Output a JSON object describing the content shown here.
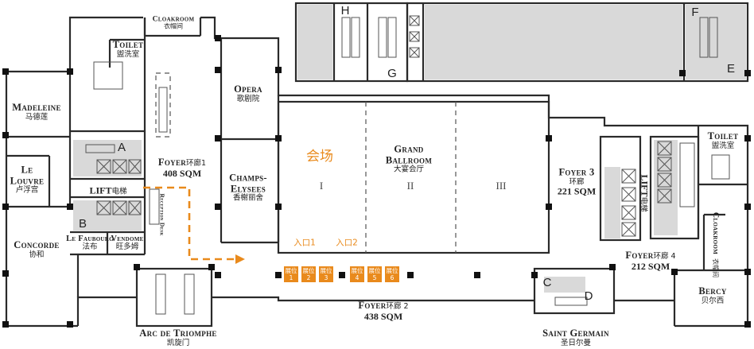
{
  "rooms": {
    "cloakroom_top": {
      "en": "Cloakroom",
      "zh": "衣帽间"
    },
    "toilet_left": {
      "en": "Toilet",
      "zh": "盥洗室"
    },
    "madeleine": {
      "en": "Madeleine",
      "zh": "马德莲"
    },
    "le_louvre": {
      "en_line1": "Le",
      "en_line2": "Louvre",
      "zh": "卢浮宫"
    },
    "concorde": {
      "en": "Concorde",
      "zh": "协和"
    },
    "le_faubourg": {
      "en": "Le Faubourg",
      "zh": "法布"
    },
    "vendome": {
      "en": "Vendome",
      "zh": "旺多姆"
    },
    "opera": {
      "en": "Opera",
      "zh": "歌剧院"
    },
    "champs": {
      "en_line1": "Champs-",
      "en_line2": "Elysees",
      "zh": "香榭丽舍"
    },
    "grand_ballroom": {
      "en_line1": "Grand",
      "en_line2": "Ballroom",
      "zh": "大宴会厅"
    },
    "toilet_right": {
      "en": "Toilet",
      "zh": "盥洗室"
    },
    "bercy": {
      "en": "Bercy",
      "zh": "贝尔西"
    },
    "arc": {
      "en": "Arc de Triomphe",
      "zh": "凯旋门"
    },
    "saint_germain": {
      "en": "Saint Germain",
      "zh": "圣日尔曼"
    },
    "cloakroom_right": {
      "en": "Cloakroom",
      "zh": "衣帽间"
    }
  },
  "foyers": {
    "foyer1": {
      "name": "Foyer",
      "zh": "环廊1",
      "area": "408 SQM"
    },
    "foyer2": {
      "name": "Foyer",
      "zh": "环廊 2",
      "area": "438 SQM"
    },
    "foyer3": {
      "name": "Foyer 3",
      "zh": "环廊",
      "area": "221 SQM"
    },
    "foyer4": {
      "name": "Foyer",
      "zh": "环廊 4",
      "area": "212 SQM"
    }
  },
  "lifts": {
    "left": {
      "en": "LIFT",
      "zh": "电梯"
    },
    "right": {
      "en": "LIFT",
      "zh": "电梯"
    }
  },
  "reception": "Reception Desk",
  "venue": "会场",
  "sections": [
    "I",
    "II",
    "III"
  ],
  "entrances": [
    "入口1",
    "入口2"
  ],
  "booth_label": "展位",
  "booth_numbers": [
    "1",
    "2",
    "3",
    "4",
    "5",
    "6"
  ],
  "stair_letters": [
    "A",
    "B",
    "C",
    "D",
    "E",
    "F",
    "G",
    "H"
  ],
  "colors": {
    "accent": "#e98a1c",
    "wall": "#2a2a2a",
    "shade": "#d9d9d9"
  }
}
